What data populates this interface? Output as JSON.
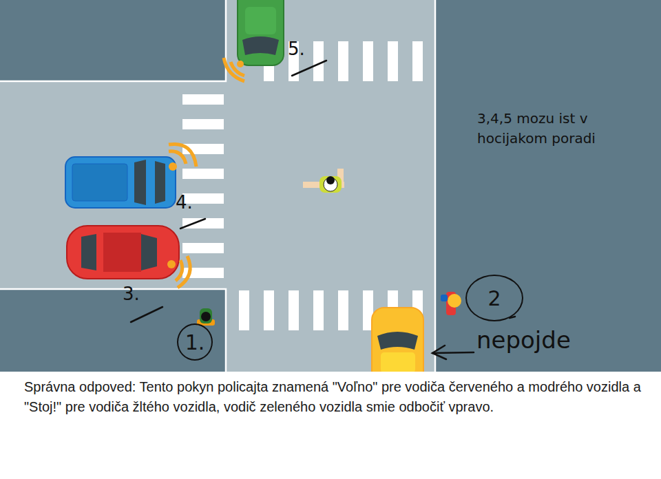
{
  "diagram": {
    "caption": "Správna odpoved: Tento pokyn policajta znamená \"Voľno\" pre vodiča červeného a modrého vozidla a \"Stoj!\" pre vodiča žltého vozidla, vodič zeleného vozidla smie odbočiť vpravo.",
    "nodes": [
      {
        "text": [
          "1."
        ]
      },
      {
        "text": [
          "2"
        ]
      }
    ],
    "labels": [
      "5.",
      "4.",
      "3.",
      "3,4,5 mozu ist v hocijakom poradi",
      "nepojde"
    ]
  }
}
